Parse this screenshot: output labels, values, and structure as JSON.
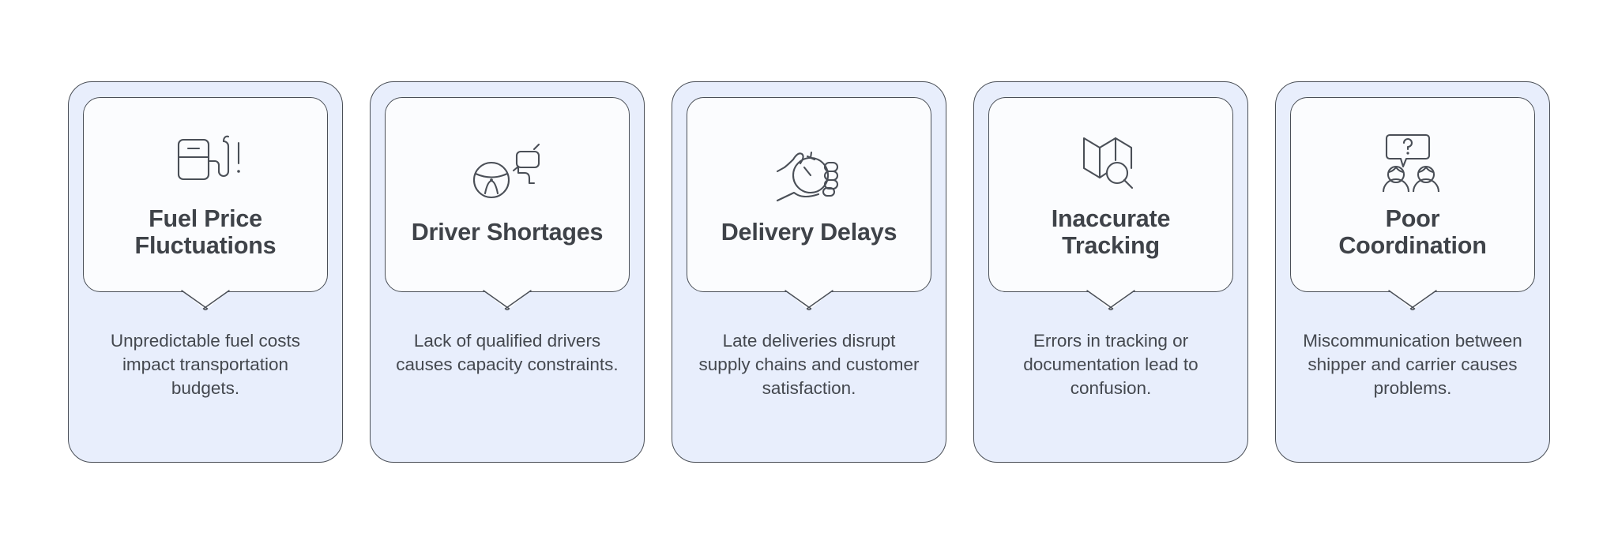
{
  "board": {
    "background_color": "#ffffff",
    "card_background_color": "#e8eefc",
    "bubble_background_color": "#fbfcfe",
    "border_color": "#4a4f57",
    "title_color": "#3f4349",
    "text_color": "#44484f"
  },
  "cards": [
    {
      "icon": "fuel-pump-alert-icon",
      "title": "Fuel Price Fluctuations",
      "description": "Unpredictable fuel costs impact transportation budgets."
    },
    {
      "icon": "steering-wheel-license-icon",
      "title": "Driver Shortages",
      "description": "Lack of qualified drivers causes capacity constraints."
    },
    {
      "icon": "hand-stopwatch-icon",
      "title": "Delivery Delays",
      "description": "Late deliveries disrupt supply chains and customer satisfaction."
    },
    {
      "icon": "map-magnifier-icon",
      "title": "Inaccurate Tracking",
      "description": "Errors in tracking or documentation lead to confusion."
    },
    {
      "icon": "people-question-bubble-icon",
      "title": "Poor Coordination",
      "description": "Miscommunication between shipper and carrier causes problems."
    }
  ]
}
